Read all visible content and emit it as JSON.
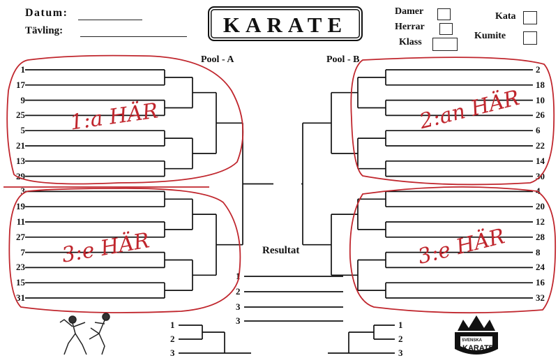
{
  "header": {
    "datum_label": "Datum:",
    "tavling_label": "Tävling:",
    "title": "KARATE",
    "damer_label": "Damer",
    "herrar_label": "Herrar",
    "klass_label": "Klass",
    "kata_label": "Kata",
    "kumite_label": "Kumite"
  },
  "pool_a": {
    "label": "Pool - A",
    "seeds": [
      "1",
      "17",
      "9",
      "25",
      "5",
      "21",
      "13",
      "29",
      "3",
      "19",
      "11",
      "27",
      "7",
      "23",
      "15",
      "31"
    ]
  },
  "pool_b": {
    "label": "Pool - B",
    "seeds": [
      "2",
      "18",
      "10",
      "26",
      "6",
      "22",
      "14",
      "30",
      "4",
      "20",
      "12",
      "28",
      "8",
      "24",
      "16",
      "32"
    ]
  },
  "results": {
    "label": "Resultat",
    "places": [
      "1",
      "2",
      "3",
      "3"
    ]
  },
  "repechage_left": [
    "1",
    "2",
    "3"
  ],
  "repechage_right": [
    "1",
    "2",
    "3"
  ],
  "annotations": {
    "top_left": "1:a HÄR",
    "bottom_left": "3:e HÄR",
    "top_right": "2:an HÄR",
    "bottom_right": "3:e HÄR"
  },
  "colors": {
    "ink": "#111111",
    "annotation": "#c0262d"
  }
}
